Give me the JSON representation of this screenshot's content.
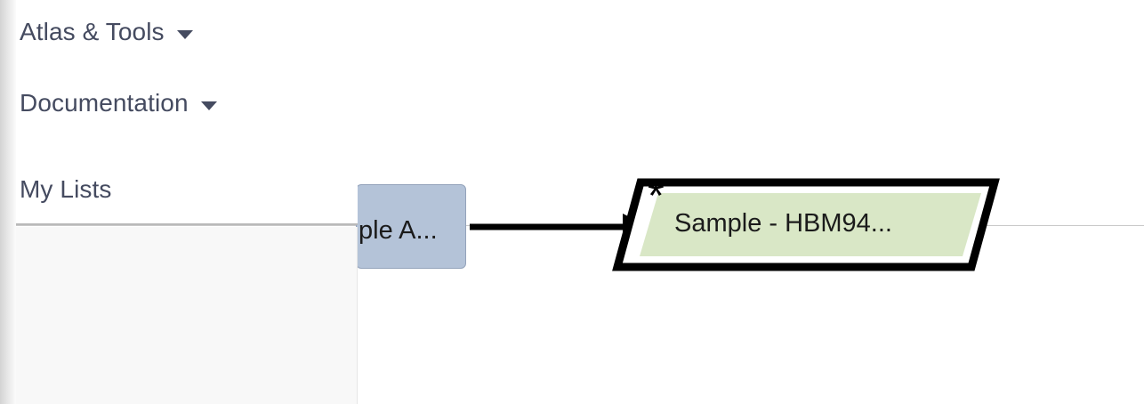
{
  "nav": {
    "items": [
      {
        "label": "Atlas & Tools",
        "icon": "chevron-down-icon",
        "has_caret": true
      },
      {
        "label": "Documentation",
        "icon": "chevron-down-icon",
        "has_caret": true
      },
      {
        "label": "My Lists",
        "icon": null,
        "has_caret": false
      }
    ],
    "text_color": "#454b60",
    "panel_background": "#ffffff",
    "body_background": "#f8f8f8"
  },
  "graph": {
    "nodes": [
      {
        "id": "node-sample-a",
        "shape": "rounded-rect",
        "label": "ple A...",
        "full_label_hint": "Sample A...",
        "fill": "#b4c3d8",
        "stroke": "#94a3bb",
        "truncated": true
      },
      {
        "id": "node-sample-hbm94",
        "shape": "parallelogram",
        "label": "Sample - HBM94...",
        "marker": "*",
        "marker_icon": "asterisk-icon",
        "fill": "#d9e7c6",
        "stroke": "#000000",
        "truncated": true
      }
    ],
    "edges": [
      {
        "from": "node-sample-a",
        "to": "node-sample-hbm94",
        "style": "solid-arrow",
        "color": "#000000"
      }
    ],
    "guide_line_color": "#c9c9c9",
    "background": "#ffffff"
  }
}
